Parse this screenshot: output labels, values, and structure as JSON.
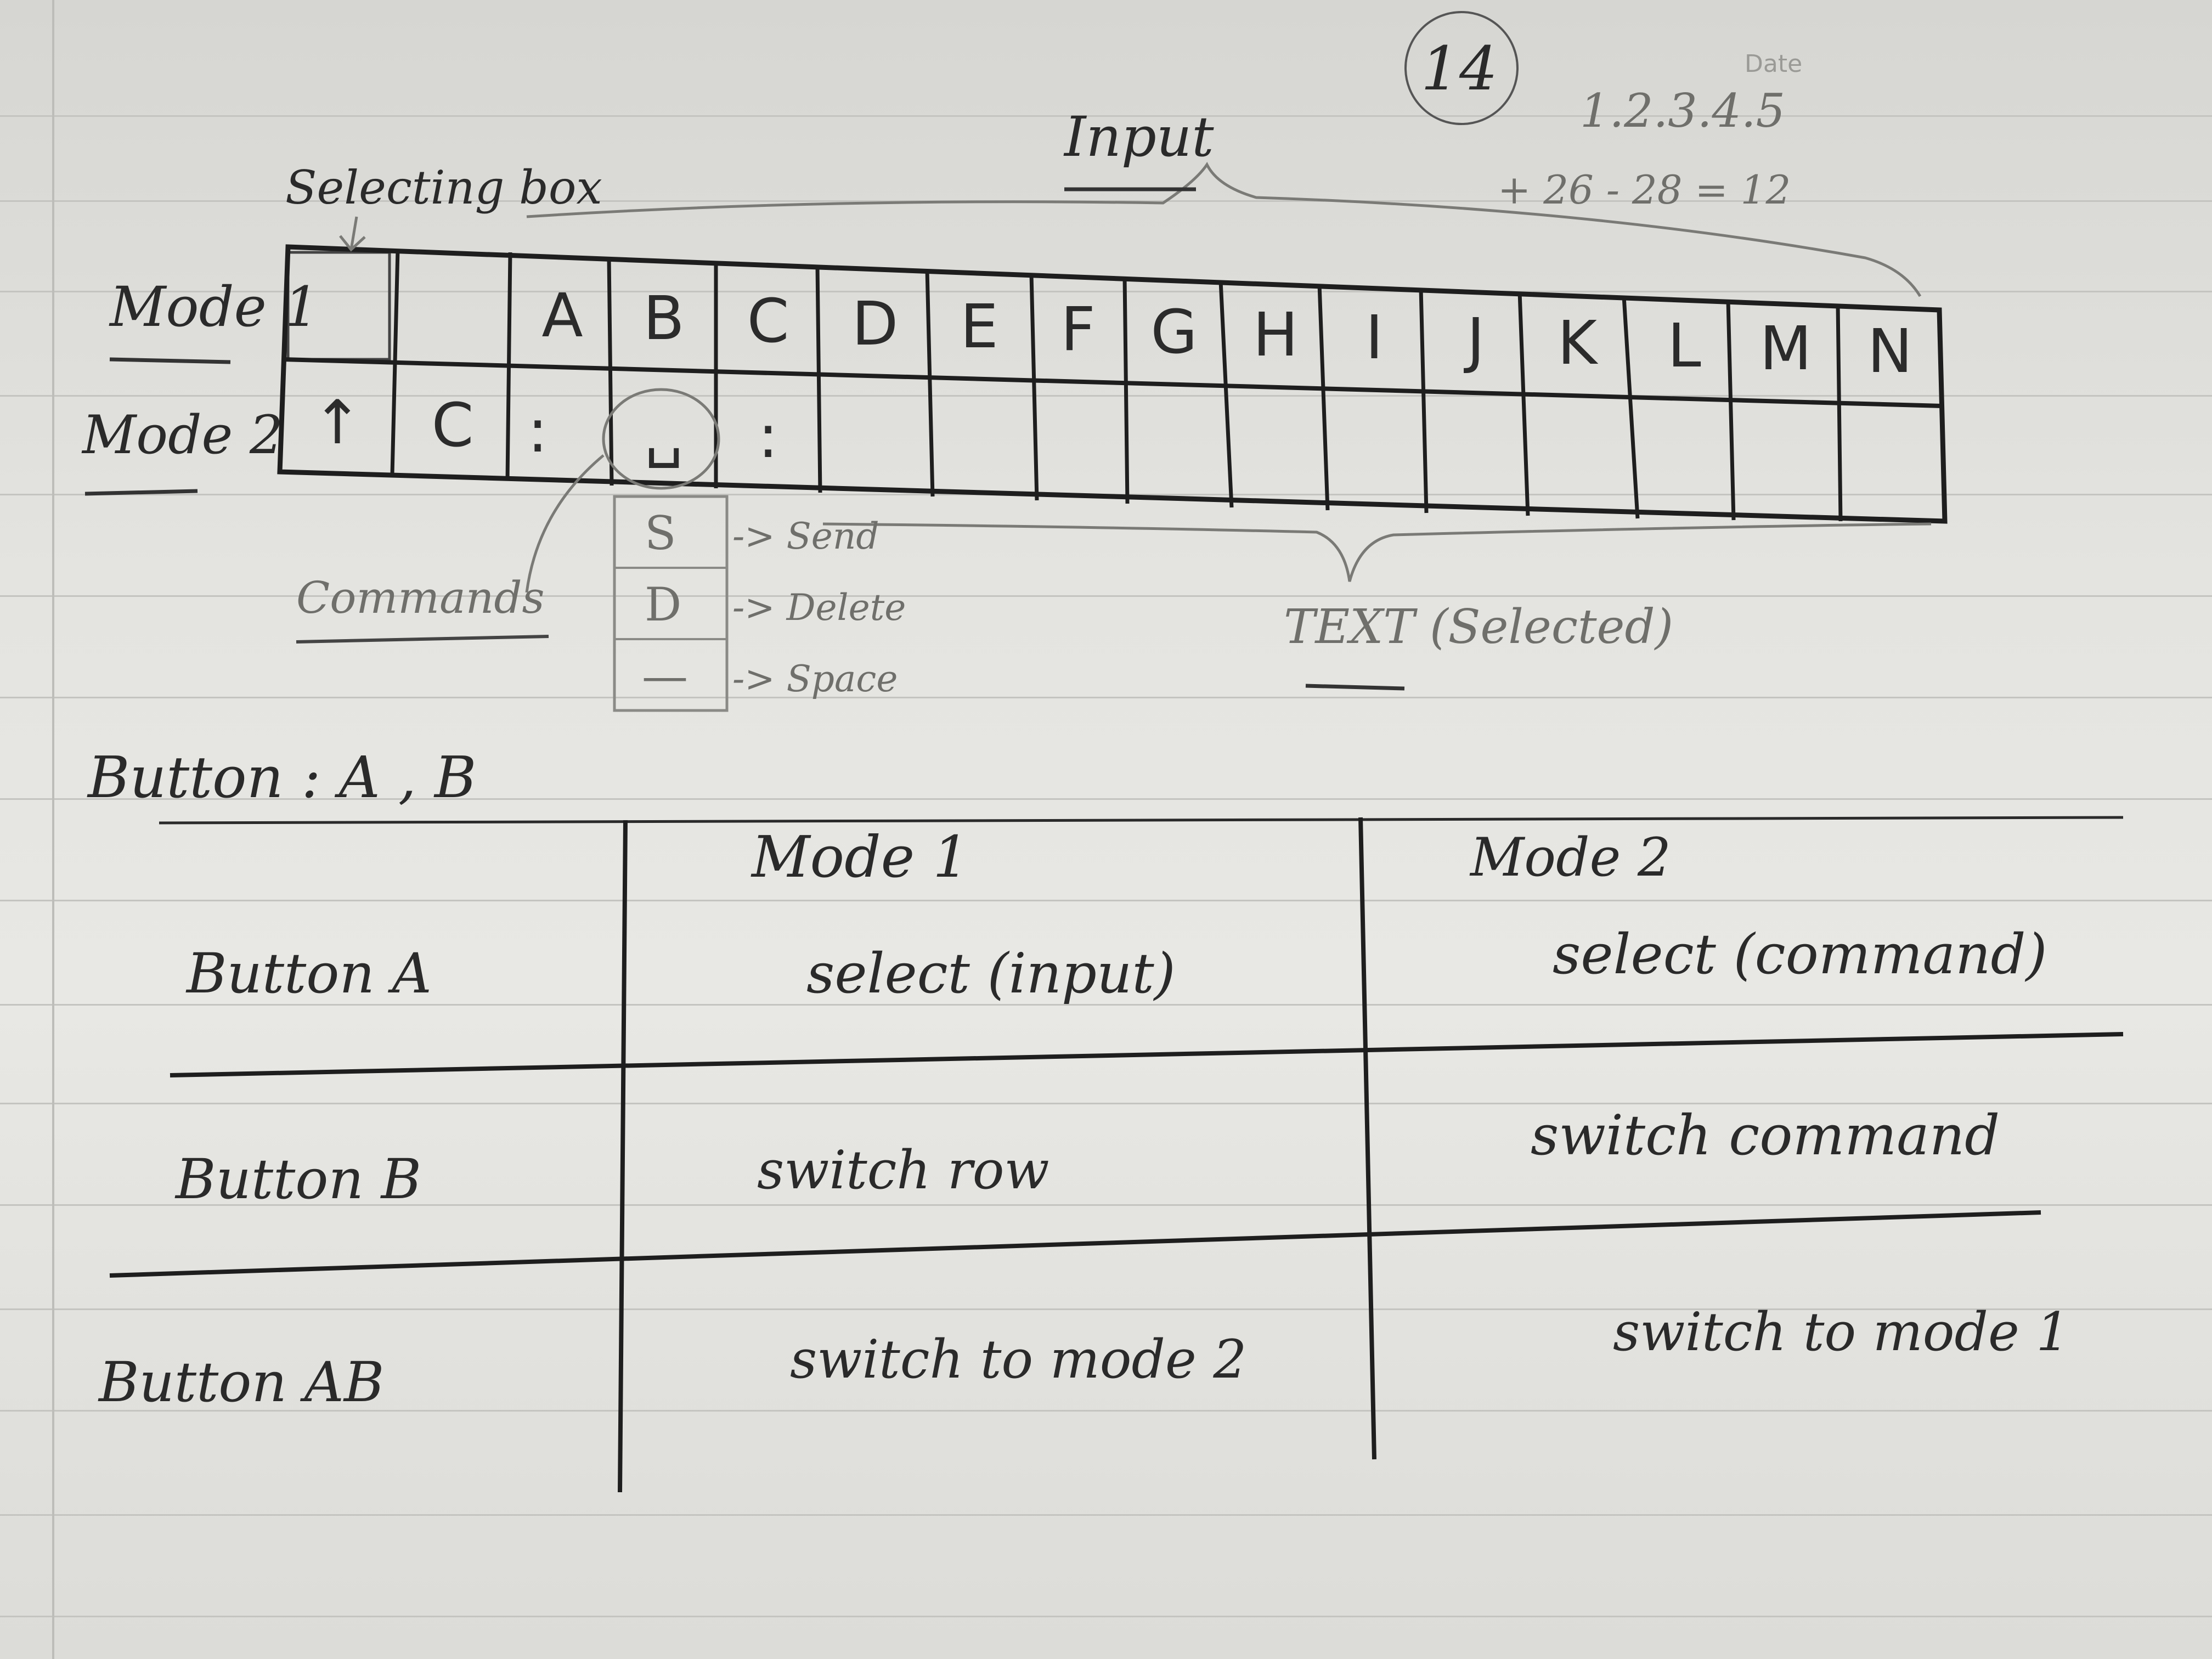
{
  "page": {
    "date_label": "Date",
    "page_number": "14",
    "corner_numbers": "1.2.3.4.5",
    "corner_note": "+ 26 - 28 = 12"
  },
  "diagram": {
    "selecting_box_label": "Selecting box",
    "input_label": "Input",
    "mode1_label": "Mode 1",
    "mode2_label": "Mode 2",
    "mode1_cells": [
      "",
      "",
      "A",
      "B",
      "C",
      "D",
      "E",
      "F",
      "G",
      "H",
      "I",
      "J",
      "K",
      "L",
      "M",
      "N"
    ],
    "mode2_cells": [
      "↑",
      "C",
      ":",
      "␣",
      ":",
      "",
      "",
      "",
      "",
      "",
      "",
      "",
      "",
      "",
      "",
      ""
    ],
    "commands_label": "Commands",
    "commands": [
      {
        "key": "S",
        "desc": "-> Send"
      },
      {
        "key": "D",
        "desc": "-> Delete"
      },
      {
        "key": "—",
        "desc": "-> Space"
      }
    ],
    "text_label": "TEXT (Selected)"
  },
  "buttons": {
    "heading": "Button : A , B",
    "table": {
      "headers": [
        "Mode 1",
        "Mode 2"
      ],
      "rows": [
        {
          "label": "Button A",
          "mode1": "select (input)",
          "mode2": "select (command)"
        },
        {
          "label": "Button B",
          "mode1": "switch row",
          "mode2": "switch command"
        },
        {
          "label": "Button AB",
          "mode1": "switch to mode 2",
          "mode2": "switch to mode 1"
        }
      ]
    }
  }
}
